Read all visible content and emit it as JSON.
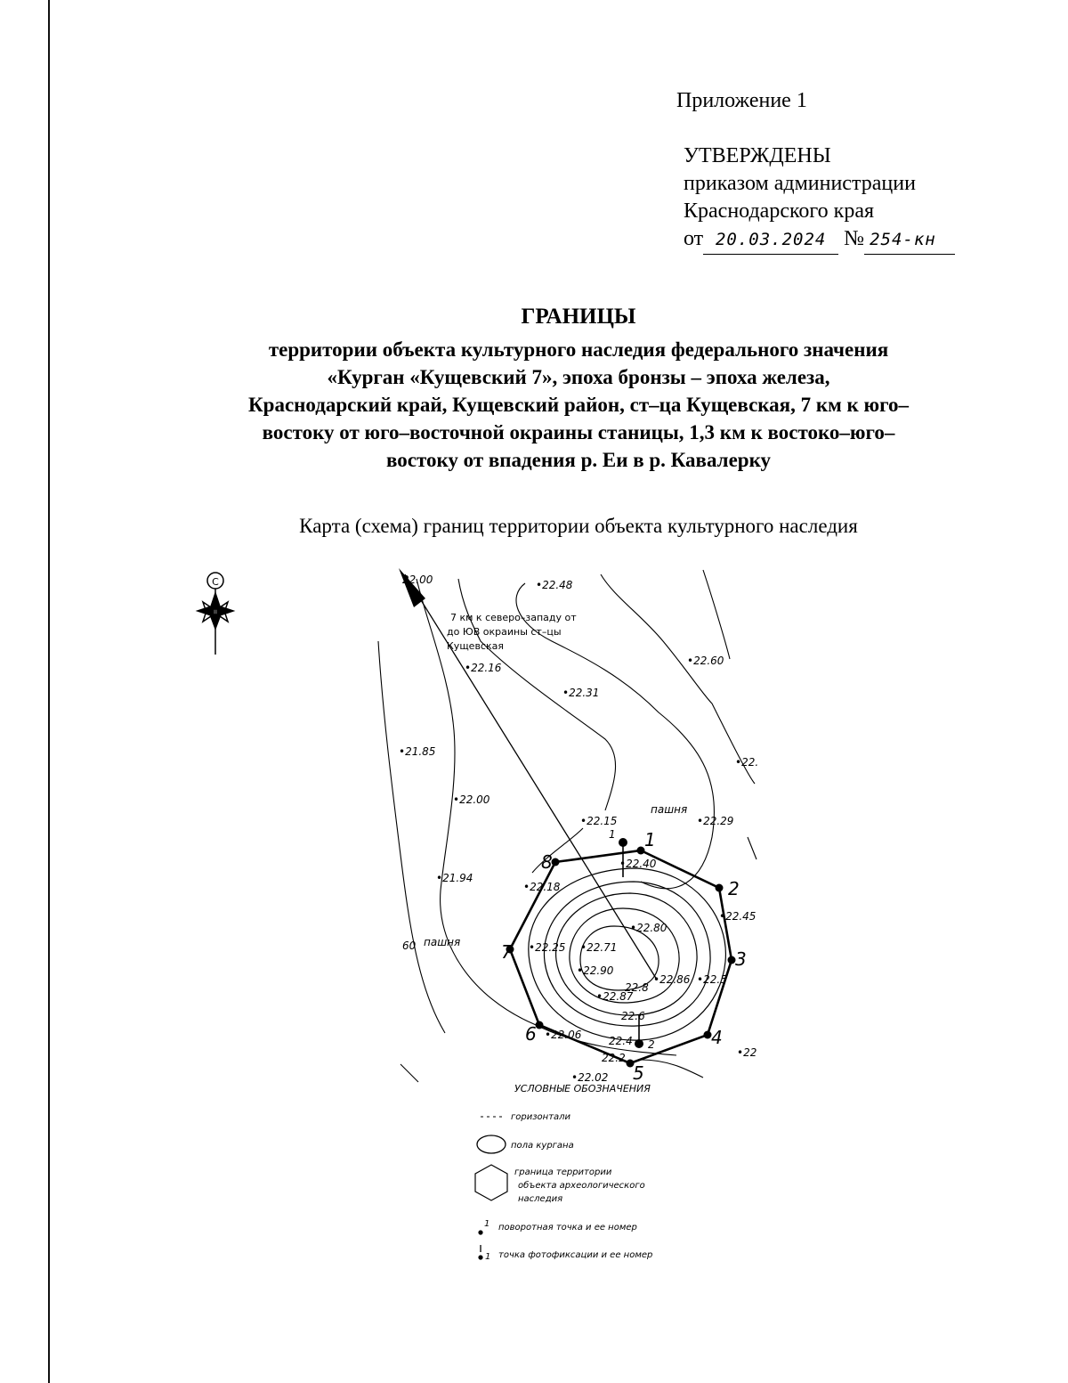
{
  "header": {
    "appendix": "Приложение 1",
    "approved": "УТВЕРЖДЕНЫ",
    "line1": "приказом администрации",
    "line2": "Краснодарского края",
    "date_prefix": "от",
    "date_value": "20.03.2024",
    "number_prefix": "№",
    "number_value": "254-кн"
  },
  "title": {
    "heading": "ГРАНИЦЫ",
    "lines": [
      "территории объекта культурного наследия федерального значения",
      "«Курган «Кущевский 7», эпоха бронзы – эпоха железа,",
      "Краснодарский край, Кущевский район, ст–ца Кущевская, 7 км к юго–",
      "востоку от юго–восточной окраины станицы, 1,3 км к востоко–юго–",
      "востоку от впадения р. Еи в р. Кавалерку"
    ]
  },
  "subtitle": "Карта (схема) границ территории объекта культурного наследия",
  "map": {
    "compass_letter": "С",
    "note_lines": [
      "7 км к северо–западу от",
      "до ЮВ окраины ст–цы",
      "Кущевская"
    ],
    "field_label": "пашня",
    "legend_title": "УСЛОВНЫЕ ОБОЗНАЧЕНИЯ",
    "legend": [
      "горизонтали",
      "пола кургана",
      "граница территории",
      "объекта археологического",
      "наследия",
      "поворотная точка и ее номер",
      "точка фотофиксации и ее номер"
    ],
    "points": [
      "1",
      "2",
      "3",
      "4",
      "5",
      "6",
      "7",
      "8"
    ],
    "photo_points": [
      "1",
      "2"
    ],
    "elevations": [
      "22.00",
      "22.48",
      "22.16",
      "22.60",
      "22.31",
      "22.",
      "21.85",
      "22.00",
      "22.15",
      "22.29",
      "21.94",
      "22.18",
      "22.40",
      "22.45",
      "22.80",
      "22.71",
      "22.25",
      "22.90",
      "22.86",
      "22.87",
      "22.5",
      "22.06",
      "22.02",
      "22",
      "22.8",
      "22.6",
      "22.4",
      "22.2",
      "60"
    ]
  }
}
